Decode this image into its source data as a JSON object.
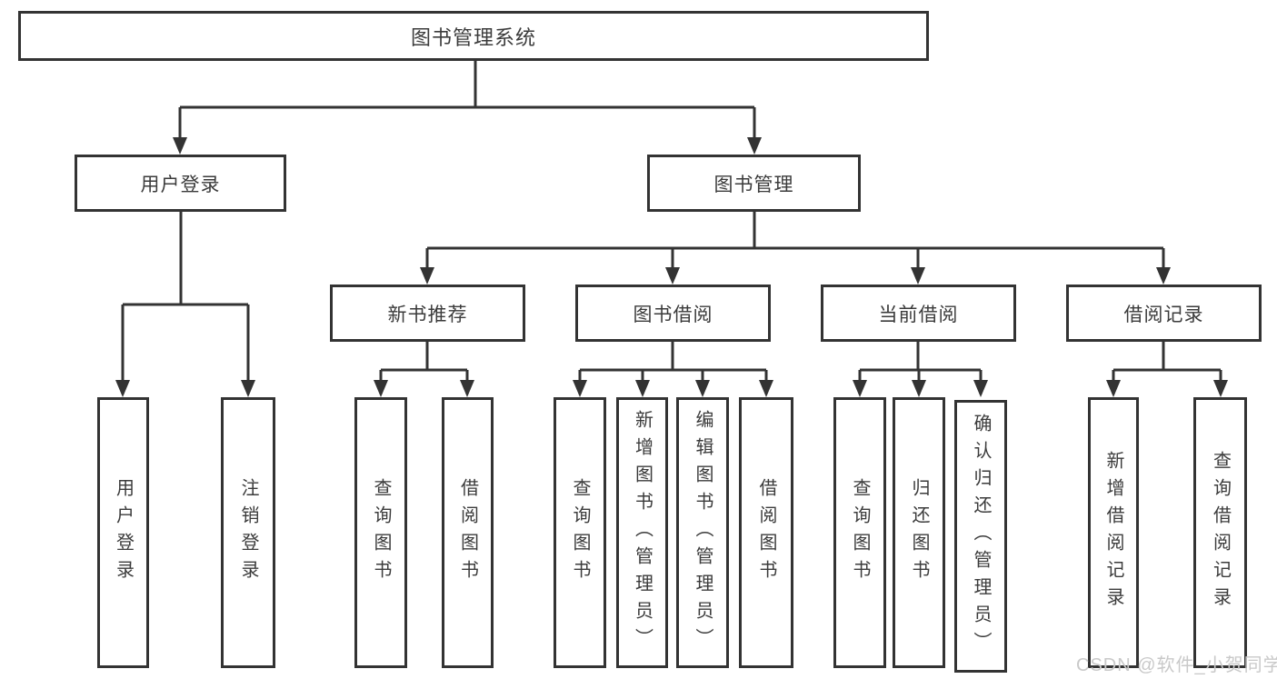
{
  "diagram": {
    "title": "图书管理系统",
    "colors": {
      "line": "#333333",
      "box_border": "#333333",
      "box_fill": "#ffffff",
      "text": "#3b3b3b",
      "watermark_text_color": "#c9c9c9",
      "background": "#ffffff"
    },
    "tree": {
      "label": "图书管理系统",
      "children": [
        {
          "label": "用户登录",
          "children": [
            {
              "label": "用户登录"
            },
            {
              "label": "注销登录"
            }
          ]
        },
        {
          "label": "图书管理",
          "children": [
            {
              "label": "新书推荐",
              "children": [
                {
                  "label": "查询图书"
                },
                {
                  "label": "借阅图书"
                }
              ]
            },
            {
              "label": "图书借阅",
              "children": [
                {
                  "label": "查询图书"
                },
                {
                  "label": "新增图书（管理员）"
                },
                {
                  "label": "编辑图书（管理员）"
                },
                {
                  "label": "借阅图书"
                }
              ]
            },
            {
              "label": "当前借阅",
              "children": [
                {
                  "label": "查询图书"
                },
                {
                  "label": "归还图书"
                },
                {
                  "label": "确认归还（管理员）"
                }
              ]
            },
            {
              "label": "借阅记录",
              "children": [
                {
                  "label": "新增借阅记录"
                },
                {
                  "label": "查询借阅记录"
                }
              ]
            }
          ]
        }
      ]
    },
    "watermark": "CSDN @软件_小贺同学"
  }
}
